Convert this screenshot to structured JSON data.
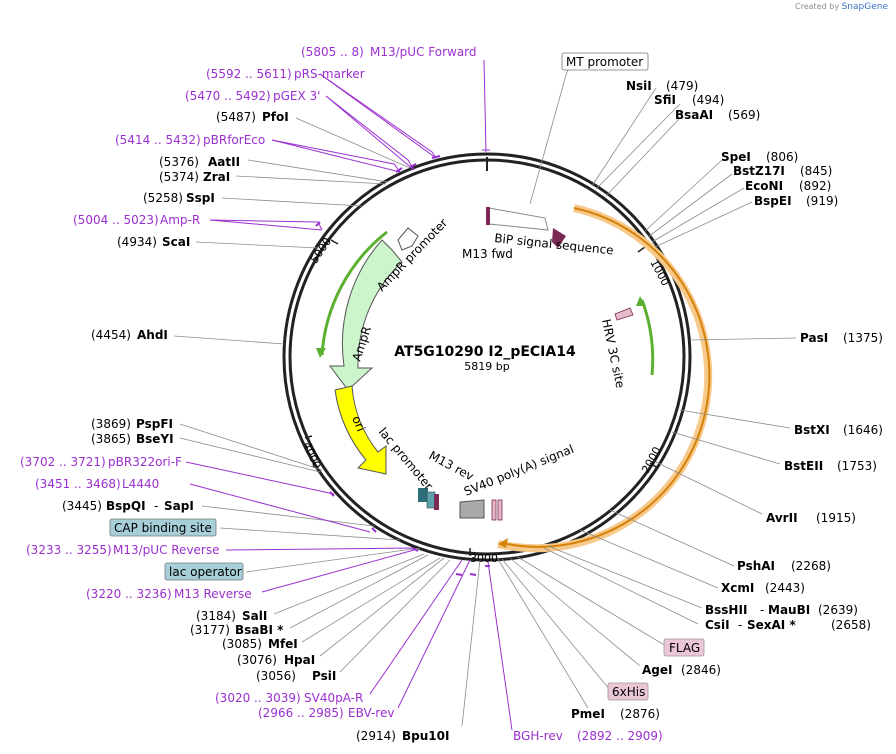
{
  "credit": {
    "prefix": "Created by",
    "brand": "SnapGene"
  },
  "plasmid": {
    "name": "AT5G10290 I2_pECIA14",
    "length": "5819 bp"
  },
  "ticks": [
    "1000",
    "2000",
    "3000",
    "4000",
    "5000"
  ],
  "features": {
    "mt_promoter": "MT promoter",
    "bip": "BiP signal sequence",
    "m13fwd": "M13 fwd",
    "ampr_promoter": "AmpR promoter",
    "ampr": "AmpR",
    "hrv": "HRV 3C site",
    "ori": "ori",
    "lac_promoter": "lac promoter",
    "m13rev": "M13 rev",
    "sv40": "SV40 poly(A) signal",
    "cap": "CAP binding site",
    "lac_operator": "lac operator",
    "flag": "FLAG",
    "his": "6xHis"
  },
  "primers": {
    "m13puc_fwd": {
      "range": "(5805 .. 8)",
      "name": "M13/pUC Forward"
    },
    "prs": {
      "range": "(5592 .. 5611)",
      "name": "pRS-marker"
    },
    "pgex": {
      "range": "(5470 .. 5492)",
      "name": "pGEX 3'"
    },
    "pbrforeco": {
      "range": "(5414 .. 5432)",
      "name": "pBRforEco"
    },
    "ampr_primer": {
      "range": "(5004 .. 5023)",
      "name": "Amp-R"
    },
    "pbr322": {
      "range": "(3702 .. 3721)",
      "name": "pBR322ori-F"
    },
    "l4440": {
      "range": "(3451 .. 3468)",
      "name": "L4440"
    },
    "m13puc_rev": {
      "range": "(3233 .. 3255)",
      "name": "M13/pUC Reverse"
    },
    "m13_reverse": {
      "range": "(3220 .. 3236)",
      "name": "M13 Reverse"
    },
    "sv40pa": {
      "range": "(3020 .. 3039)",
      "name": "SV40pA-R"
    },
    "ebv": {
      "range": "(2966 .. 2985)",
      "name": "EBV-rev"
    },
    "bgh": {
      "name": "BGH-rev",
      "range": "(2892 .. 2909)"
    }
  },
  "sites": {
    "nsii": {
      "name": "NsiI",
      "pos": "(479)"
    },
    "sfii": {
      "name": "SfiI",
      "pos": "(494)"
    },
    "bsaai": {
      "name": "BsaAI",
      "pos": "(569)"
    },
    "spei": {
      "name": "SpeI",
      "pos": "(806)"
    },
    "bstz17i": {
      "name": "BstZ17I",
      "pos": "(845)"
    },
    "econi": {
      "name": "EcoNI",
      "pos": "(892)"
    },
    "bspei": {
      "name": "BspEI",
      "pos": "(919)"
    },
    "pasi": {
      "name": "PasI",
      "pos": "(1375)"
    },
    "bstxi": {
      "name": "BstXI",
      "pos": "(1646)"
    },
    "bsteii": {
      "name": "BstEII",
      "pos": "(1753)"
    },
    "avrii": {
      "name": "AvrII",
      "pos": "(1915)"
    },
    "pshai": {
      "name": "PshAI",
      "pos": "(2268)"
    },
    "xcmi": {
      "name": "XcmI",
      "pos": "(2443)"
    },
    "bsshii": {
      "name": "BssHII",
      "sep": "-",
      "name2": "MauBI",
      "pos": "(2639)"
    },
    "csii": {
      "name": "CsiI",
      "sep": "-",
      "name2": "SexAI *",
      "pos": "(2658)"
    },
    "agei": {
      "name": "AgeI",
      "pos": "(2846)"
    },
    "pmei": {
      "name": "PmeI",
      "pos": "(2876)"
    },
    "bpu10i": {
      "name": "Bpu10I",
      "pos": "(2914)"
    },
    "psii": {
      "name": "PsiI",
      "pos": "(3056)"
    },
    "hpai": {
      "name": "HpaI",
      "pos": "(3076)"
    },
    "mfei": {
      "name": "MfeI",
      "pos": "(3085)"
    },
    "bsabi": {
      "name": "BsaBI *",
      "pos": "(3177)"
    },
    "sali": {
      "name": "SalI",
      "pos": "(3184)"
    },
    "bspqi": {
      "name": "BspQI",
      "sep": "-",
      "name2": "SapI",
      "pos": "(3445)"
    },
    "bseyi": {
      "name": "BseYI",
      "pos": "(3865)"
    },
    "pspfi": {
      "name": "PspFI",
      "pos": "(3869)"
    },
    "ahdi": {
      "name": "AhdI",
      "pos": "(4454)"
    },
    "scai": {
      "name": "ScaI",
      "pos": "(4934)"
    },
    "sspi": {
      "name": "SspI",
      "pos": "(5258)"
    },
    "zrai": {
      "name": "ZraI",
      "pos": "(5374)"
    },
    "aatii": {
      "name": "AatII",
      "pos": "(5376)"
    },
    "pfoi": {
      "name": "PfoI",
      "pos": "(5487)"
    }
  },
  "colors": {
    "primer": "#9b30d0",
    "ampr": "#ccf5cc",
    "ori": "#ffff00",
    "orf_highlight": "#f7c98a",
    "orf_line": "#d4820a",
    "green_arrow": "#5bb030",
    "cap": "#a6cfd8",
    "tag": "#eac6d6"
  }
}
